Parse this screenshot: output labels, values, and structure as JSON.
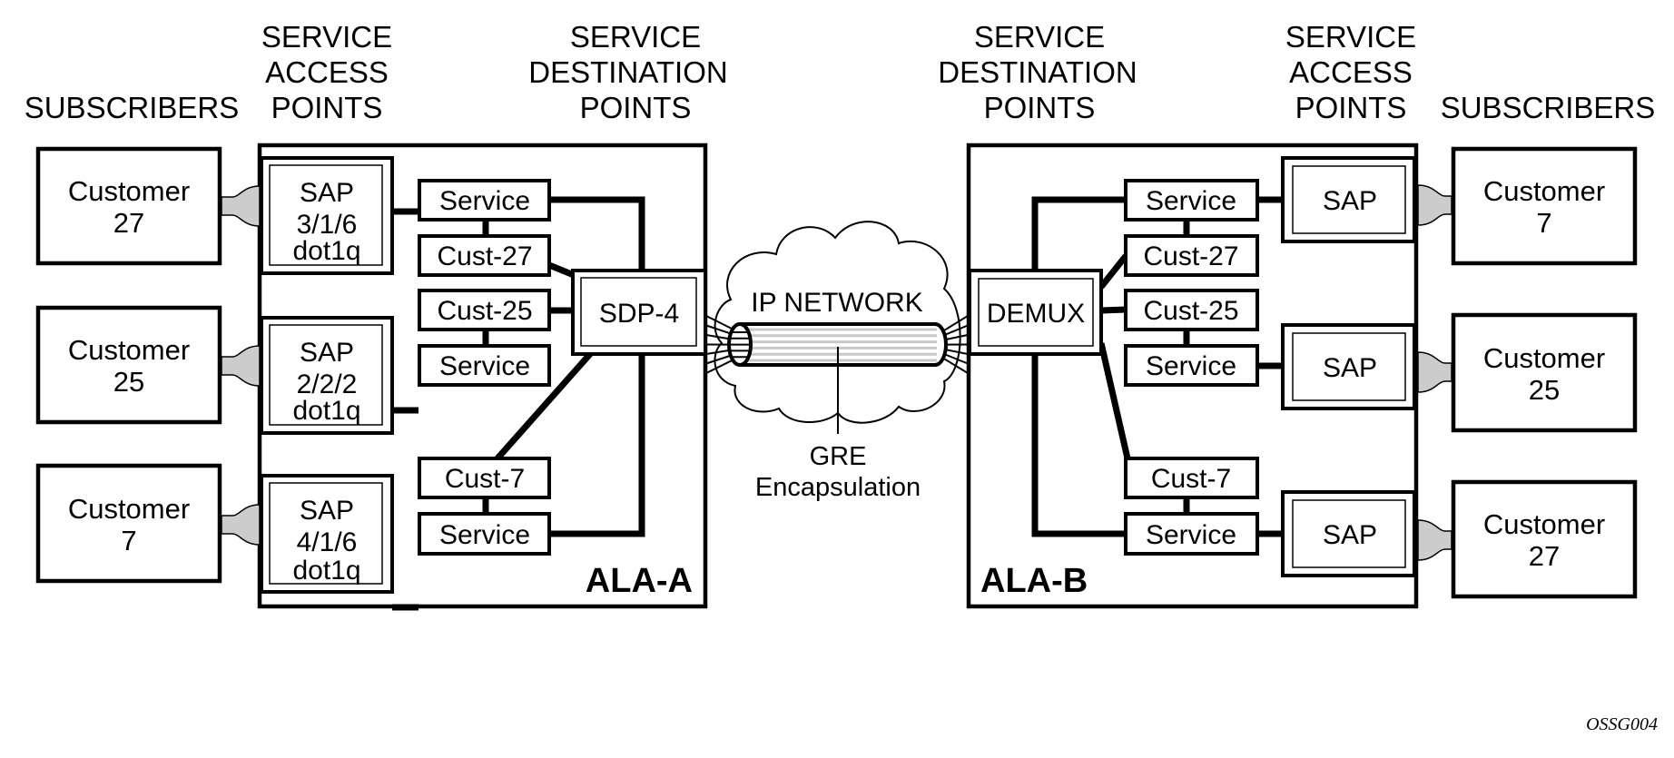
{
  "headers": {
    "left": [
      {
        "id": "subscribers",
        "lines": [
          "SUBSCRIBERS"
        ]
      },
      {
        "id": "sap",
        "lines": [
          "SERVICE",
          "ACCESS",
          "POINTS"
        ]
      },
      {
        "id": "sdp",
        "lines": [
          "SERVICE",
          "DESTINATION",
          "POINTS"
        ]
      }
    ],
    "right": [
      {
        "id": "sdp",
        "lines": [
          "SERVICE",
          "DESTINATION",
          "POINTS"
        ]
      },
      {
        "id": "sap",
        "lines": [
          "SERVICE",
          "ACCESS",
          "POINTS"
        ]
      },
      {
        "id": "subscribers",
        "lines": [
          "SUBSCRIBERS"
        ]
      }
    ]
  },
  "router_a": {
    "name": "ALA-A",
    "customers": [
      {
        "lines": [
          "Customer",
          "27"
        ]
      },
      {
        "lines": [
          "Customer",
          "25"
        ]
      },
      {
        "lines": [
          "Customer",
          "7"
        ]
      }
    ],
    "saps": [
      {
        "lines": [
          "SAP",
          "3/1/6",
          "dot1q"
        ]
      },
      {
        "lines": [
          "SAP",
          "2/2/2",
          "dot1q"
        ]
      },
      {
        "lines": [
          "SAP",
          "4/1/6",
          "dot1q"
        ]
      }
    ],
    "services": [
      "Service",
      "Service",
      "Service"
    ],
    "cust_ids": [
      "Cust-27",
      "Cust-25",
      "Cust-7"
    ],
    "sdp": "SDP-4"
  },
  "router_b": {
    "name": "ALA-B",
    "customers": [
      {
        "lines": [
          "Customer",
          "7"
        ]
      },
      {
        "lines": [
          "Customer",
          "25"
        ]
      },
      {
        "lines": [
          "Customer",
          "27"
        ]
      }
    ],
    "saps": [
      {
        "lines": [
          "SAP"
        ]
      },
      {
        "lines": [
          "SAP"
        ]
      },
      {
        "lines": [
          "SAP"
        ]
      }
    ],
    "services": [
      "Service",
      "Service",
      "Service"
    ],
    "cust_ids": [
      "Cust-27",
      "Cust-25",
      "Cust-7"
    ],
    "demux": "DEMUX"
  },
  "network": {
    "cloud_label": "IP NETWORK",
    "tunnel_label": [
      "GRE",
      "Encapsulation"
    ]
  },
  "figure_id": "OSSG004",
  "colors": {
    "line": "#000000",
    "connector_fill": "#cccccc",
    "tunnel_stripe": "#c8c8c8",
    "background": "#ffffff"
  }
}
